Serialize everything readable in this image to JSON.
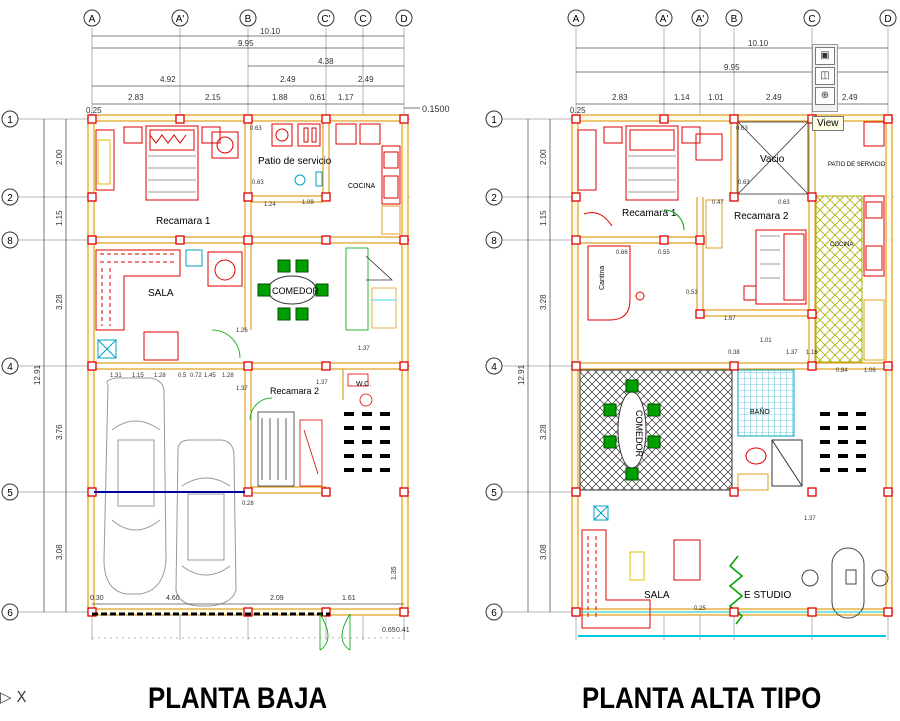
{
  "titles": {
    "left": "PLANTA BAJA",
    "right": "PLANTA ALTA TIPO"
  },
  "tooltip": "View",
  "ucs_label": "X",
  "left_plan": {
    "grid_columns": [
      "A",
      "A'",
      "B",
      "C'",
      "C",
      "D"
    ],
    "grid_rows": [
      "1",
      "2",
      "8",
      "4",
      "5",
      "6"
    ],
    "overall_dims": [
      "10.10",
      "9.95",
      "4.38"
    ],
    "partial_dims_top": [
      "4.92",
      "2.49",
      "2.49"
    ],
    "partial_dims_row": [
      "0.25",
      "2.83",
      "2.15",
      "1.88",
      "0.61",
      "1.17"
    ],
    "level_mark": "0.1500",
    "left_vertical_dims": [
      "2.00",
      "1.15",
      "3.28",
      "3.76",
      "3.08"
    ],
    "total_vertical": "12.91",
    "rooms": {
      "patio": "Patio de servicio",
      "cocina": "COCINA",
      "recamara1": "Recamara 1",
      "sala": "SALA",
      "comedor": "COMEDOR",
      "recamara2": "Recamara 2",
      "wc": "W.C."
    },
    "bottom_dims": [
      "0.30",
      "4.60",
      "2.09",
      "1.61",
      "0.65",
      "0.41"
    ],
    "right_dim": "1.35"
  },
  "right_plan": {
    "grid_columns": [
      "A",
      "A'",
      "A'",
      "B",
      "C",
      "D"
    ],
    "grid_rows": [
      "1",
      "2",
      "8",
      "4",
      "5",
      "6"
    ],
    "overall_dims": [
      "10.10",
      "9.95"
    ],
    "partial_dims_row": [
      "0.25",
      "2.83",
      "1.14",
      "1.01",
      "2.49",
      "2.49"
    ],
    "left_vertical_dims": [
      "2.00",
      "1.15",
      "3.28",
      "3.28",
      "3.08"
    ],
    "total_vertical": "12.91",
    "rooms": {
      "vacio": "Vacio",
      "patio": "PATIO DE SERVICIO",
      "cocina": "COCINA",
      "recamara1": "Recamara 1",
      "recamara2": "Recamara 2",
      "cantina": "Cantina",
      "comedor": "COMEDOR",
      "bano": "BAÑO",
      "sala": "SALA",
      "estudio": "E STUDIO"
    }
  },
  "colors": {
    "axis_line": "#b5b5b5",
    "wall_outline": "#e0a020",
    "wall_fill": "#f3e08a",
    "furniture": "#e00000",
    "column": "#e00000",
    "green_chair": "#00a000",
    "cyan": "#00c8e0",
    "car": "#b0b0b0",
    "dark_blue": "#0000a0",
    "text": "#000000"
  }
}
